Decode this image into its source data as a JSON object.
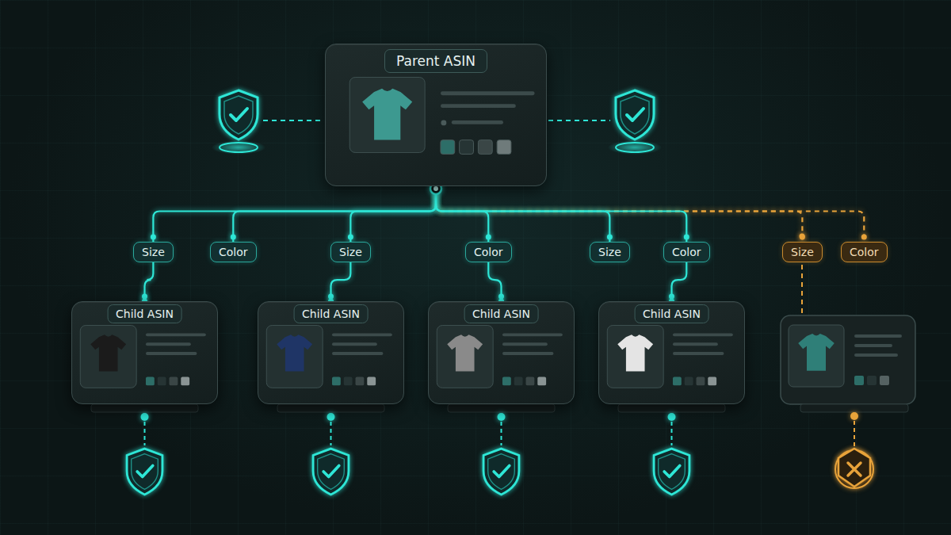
{
  "diagram": {
    "nodes": [
      {
        "text": [
          "Parent ASIN"
        ]
      },
      {
        "text": [
          "Size"
        ]
      },
      {
        "text": [
          "Color"
        ]
      },
      {
        "text": [
          "Size"
        ]
      },
      {
        "text": [
          "Color"
        ]
      },
      {
        "text": [
          "Size"
        ]
      },
      {
        "text": [
          "Color"
        ]
      },
      {
        "text": [
          "Size"
        ]
      },
      {
        "text": [
          "Color"
        ]
      },
      {
        "text": [
          "Child ASIN"
        ]
      },
      {
        "text": [
          "Child ASIN"
        ]
      },
      {
        "text": [
          "Child ASIN"
        ]
      },
      {
        "text": [
          "Child ASIN"
        ]
      }
    ],
    "edges": [
      {
        "from": 0,
        "to": 1,
        "arrow": "none"
      },
      {
        "from": 0,
        "to": 2,
        "arrow": "none"
      },
      {
        "from": 0,
        "to": 3,
        "arrow": "none"
      },
      {
        "from": 0,
        "to": 4,
        "arrow": "none"
      },
      {
        "from": 0,
        "to": 5,
        "arrow": "none"
      },
      {
        "from": 0,
        "to": 6,
        "arrow": "none"
      },
      {
        "from": 0,
        "to": 7,
        "arrow": "none"
      },
      {
        "from": 0,
        "to": 8,
        "arrow": "none"
      },
      {
        "from": 1,
        "to": 9,
        "arrow": "none"
      },
      {
        "from": 3,
        "to": 10,
        "arrow": "none"
      },
      {
        "from": 4,
        "to": 11,
        "arrow": "none"
      },
      {
        "from": 6,
        "to": 12,
        "arrow": "none"
      }
    ]
  }
}
